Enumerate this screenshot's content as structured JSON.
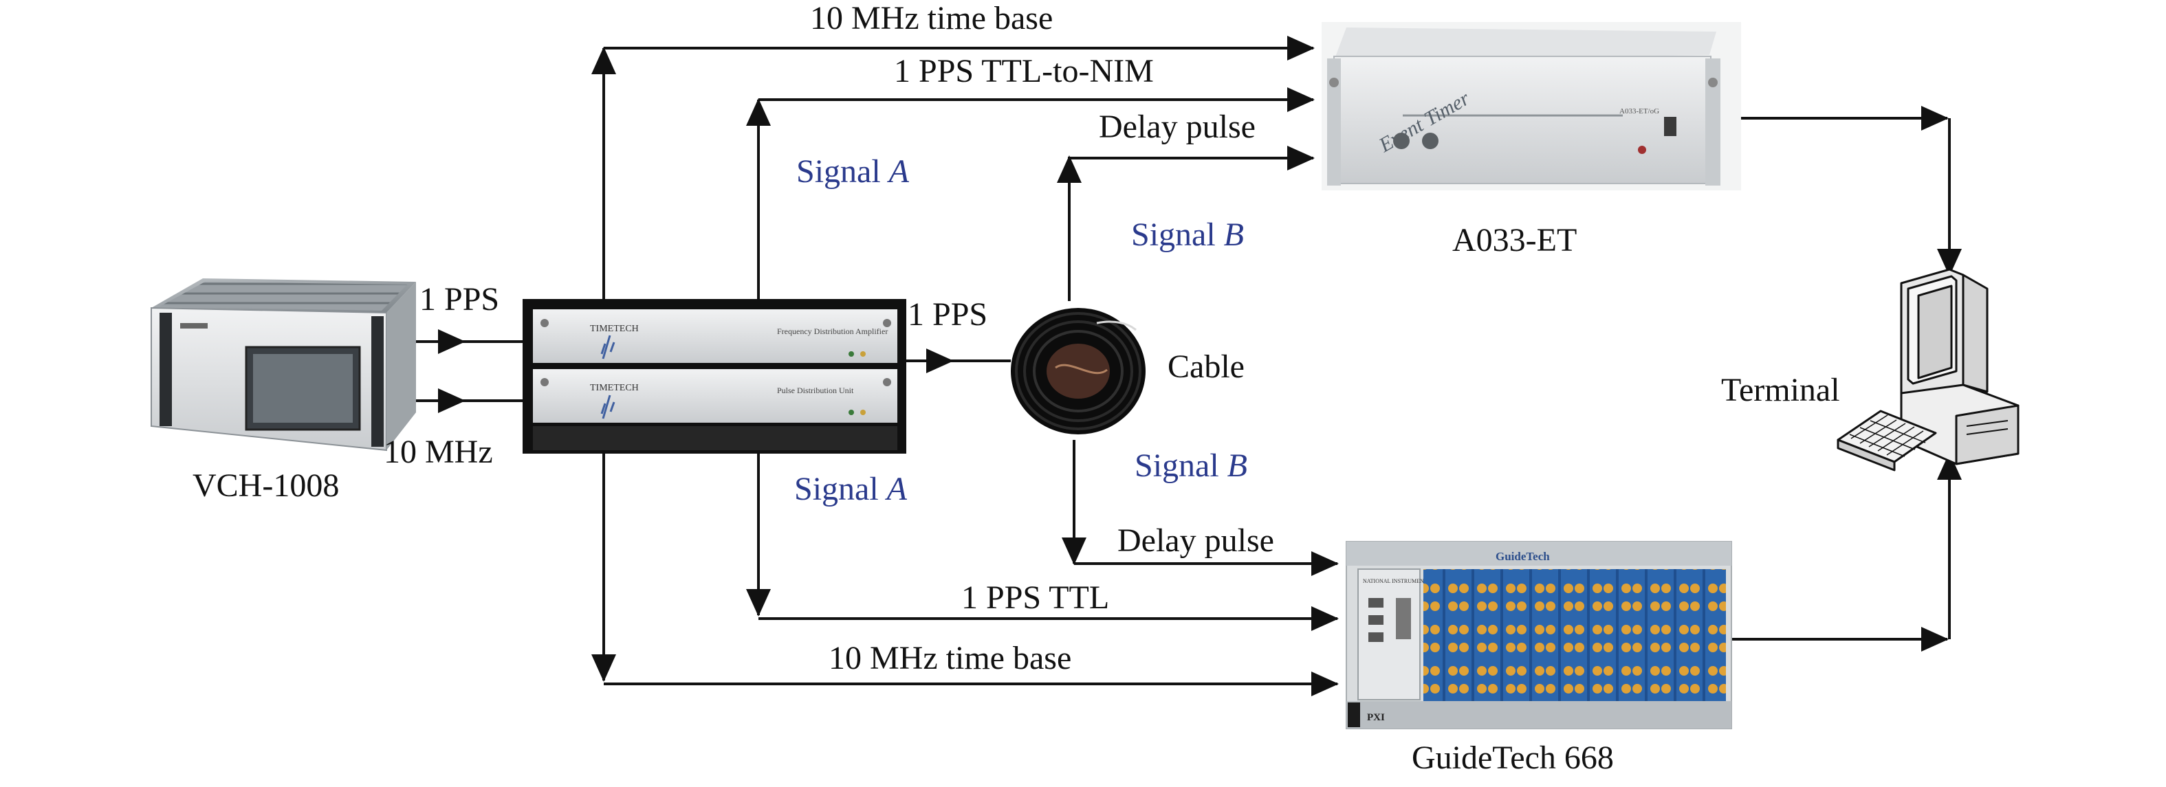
{
  "colors": {
    "line": "#111111",
    "signal_text": "#2a3a8c",
    "device_light": "#e4e6e8",
    "device_dark": "#1a1a1a"
  },
  "devices": {
    "vch": {
      "name": "VCH-1008",
      "icon": "atomic-clock-icon"
    },
    "distribution": {
      "icon": "distribution-amplifier-icon",
      "brand": "TIMETECH",
      "unit1": "Frequency Distribution Amplifier",
      "unit2": "Pulse Distribution Unit"
    },
    "cable": {
      "name": "Cable",
      "icon": "cable-coil-icon"
    },
    "a033": {
      "name": "A033-ET",
      "icon": "event-timer-icon",
      "face_text": "Event Timer",
      "model_text": "A033-ET/oG"
    },
    "guidetech": {
      "name": "GuideTech 668",
      "icon": "pxi-chassis-icon",
      "brand_text": "GuideTech",
      "ni_text": "NATIONAL INSTRUMENTS",
      "pxi_text": "PXI"
    },
    "terminal": {
      "name": "Terminal",
      "icon": "computer-terminal-icon"
    }
  },
  "signals": {
    "pps_in": "1 PPS",
    "ten_mhz_in": "10 MHz",
    "pps_to_cable": "1 PPS",
    "top_time_base": "10 MHz time base",
    "pps_ttl_to_nim": "1 PPS TTL-to-NIM",
    "delay_pulse_top": "Delay pulse",
    "delay_pulse_bottom": "Delay pulse",
    "pps_ttl": "1 PPS TTL",
    "bottom_time_base": "10 MHz time base",
    "signal_a_top": {
      "prefix": "Signal ",
      "letter": "A"
    },
    "signal_a_bottom": {
      "prefix": "Signal ",
      "letter": "A"
    },
    "signal_b_top": {
      "prefix": "Signal ",
      "letter": "B"
    },
    "signal_b_bottom": {
      "prefix": "Signal ",
      "letter": "B"
    }
  }
}
